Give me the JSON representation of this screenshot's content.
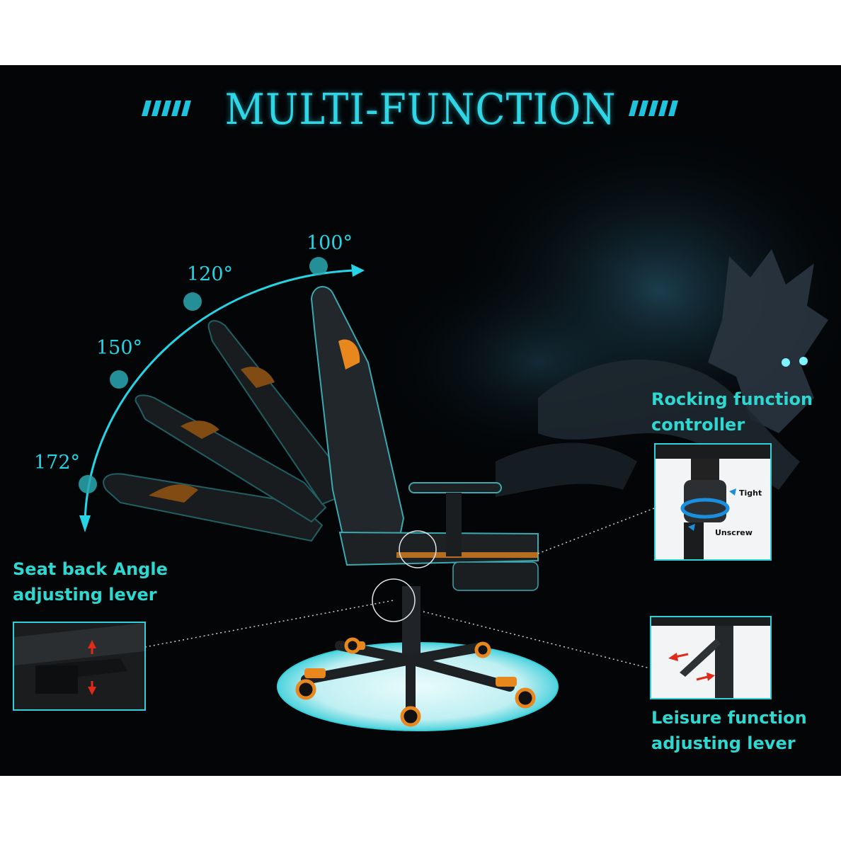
{
  "title": "MULTI-FUNCTION",
  "angles": [
    "100°",
    "120°",
    "150°",
    "172°"
  ],
  "labels": {
    "rocking": [
      "Rocking function",
      "controller"
    ],
    "seat_back": [
      "Seat back Angle",
      "adjusting lever"
    ],
    "leisure": [
      "Leisure function",
      "adjusting lever"
    ]
  },
  "inset_text": {
    "tight": "Tight",
    "unscrew": "Unscrew"
  },
  "colors": {
    "accent": "#2fd6e6",
    "chair_orange": "#e8871e",
    "background": "#030507"
  }
}
